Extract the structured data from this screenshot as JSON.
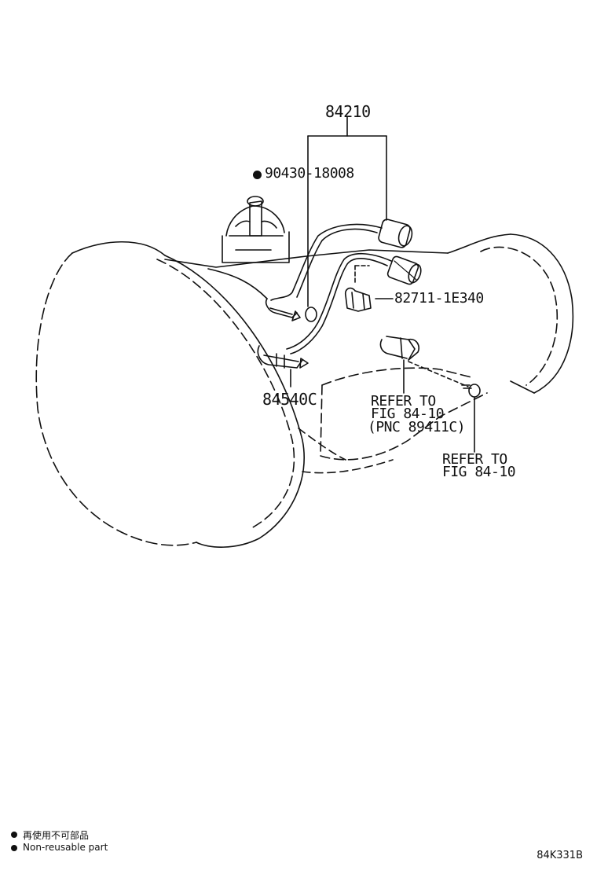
{
  "diagram": {
    "part_numbers": {
      "harness": "84210",
      "gasket": "90430-18008",
      "clamp": "82711-1E340",
      "switch": "84540C"
    },
    "notes": {
      "refer1_line1": "REFER TO",
      "refer1_line2": "FIG 84-10",
      "refer1_line3": "(PNC 89411C)",
      "refer2_line1": "REFER TO",
      "refer2_line2": "FIG 84-10"
    }
  },
  "legend": {
    "jp": "再使用不可部品",
    "en": "Non-reusable part"
  },
  "figure_id": "84K331B"
}
